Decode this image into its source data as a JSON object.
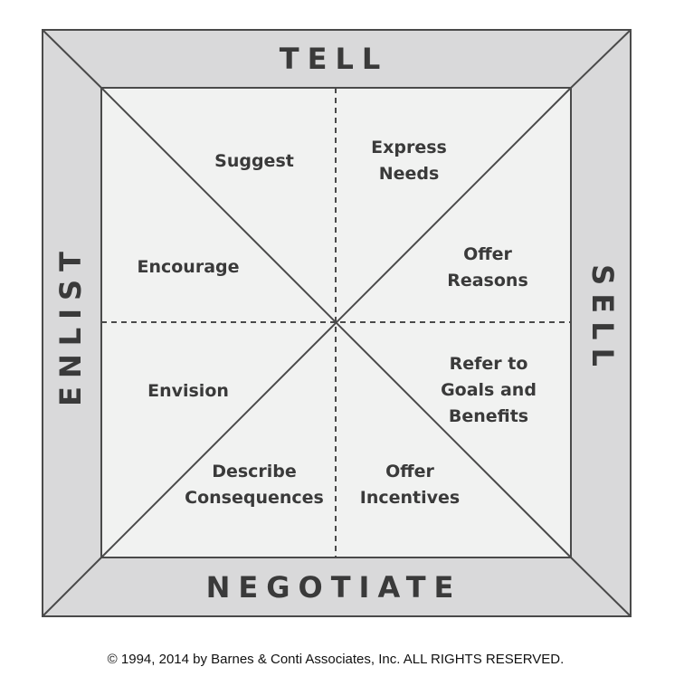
{
  "sides": {
    "top": "TELL",
    "right": "SELL",
    "bottom": "NEGOTIATE",
    "left": "ENLIST"
  },
  "cells": {
    "suggest": [
      "Suggest"
    ],
    "express_needs": [
      "Express",
      "Needs"
    ],
    "encourage": [
      "Encourage"
    ],
    "offer_reasons": [
      "Offer",
      "Reasons"
    ],
    "envision": [
      "Envision"
    ],
    "refer_goals": [
      "Refer to",
      "Goals and",
      "Benefits"
    ],
    "describe_consequences": [
      "Describe",
      "Consequences"
    ],
    "offer_incentives": [
      "Offer",
      "Incentives"
    ]
  },
  "copyright": "© 1994, 2014 by Barnes & Conti Associates, Inc. ALL RIGHTS RESERVED.",
  "colors": {
    "frame": "#d9d9da",
    "inner": "#f1f2f1",
    "stroke": "#4a4a4a",
    "text": "#3a3a3a"
  }
}
